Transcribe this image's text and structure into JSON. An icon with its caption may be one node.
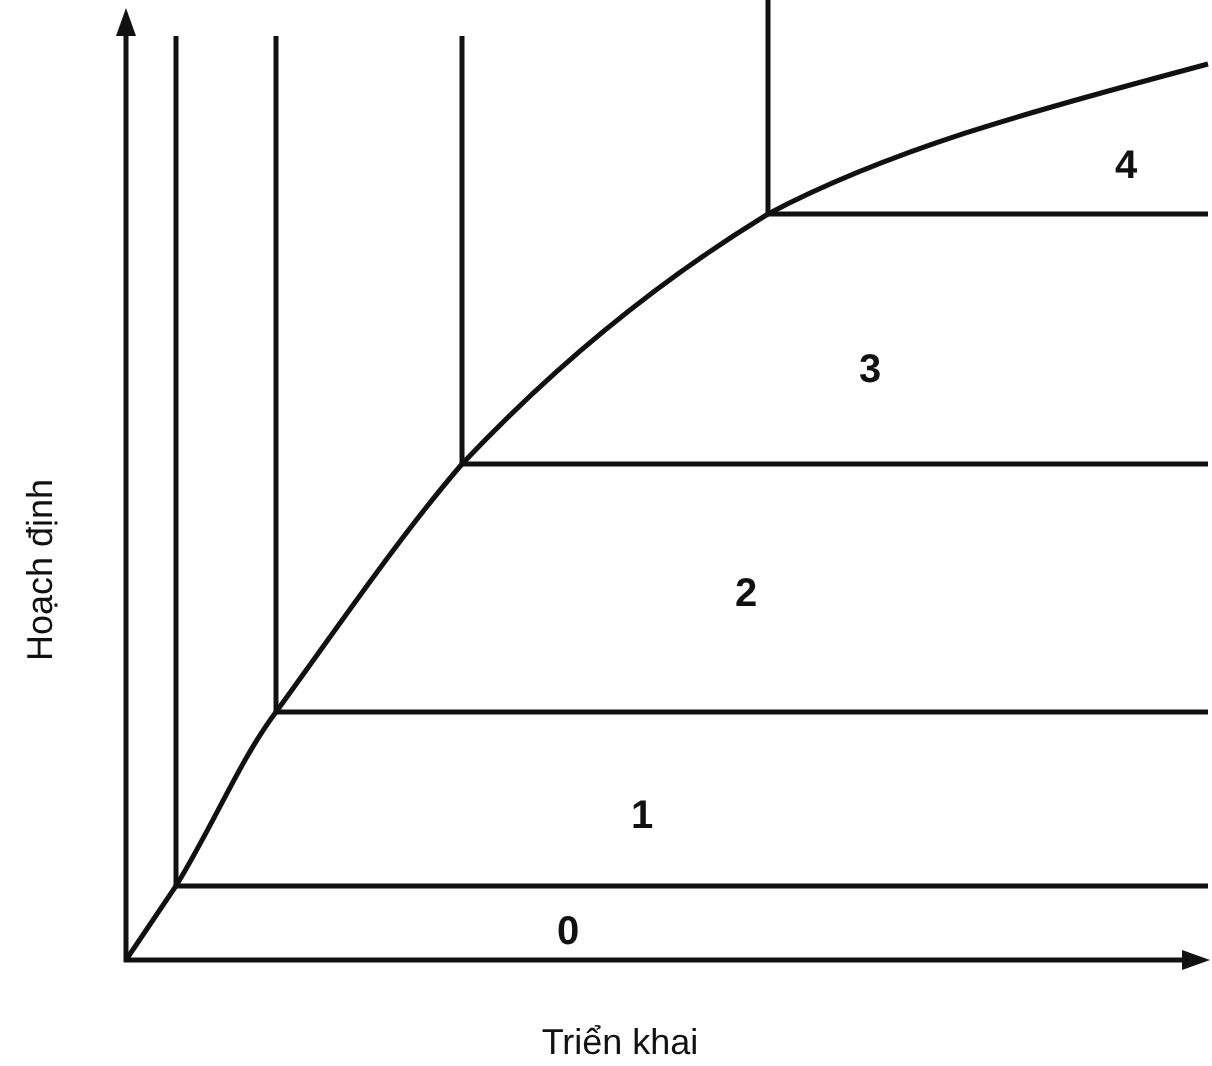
{
  "diagram": {
    "labels": [
      "4",
      "3",
      "Hoạch định",
      "2",
      "1",
      "0",
      "Triển khai"
    ]
  }
}
